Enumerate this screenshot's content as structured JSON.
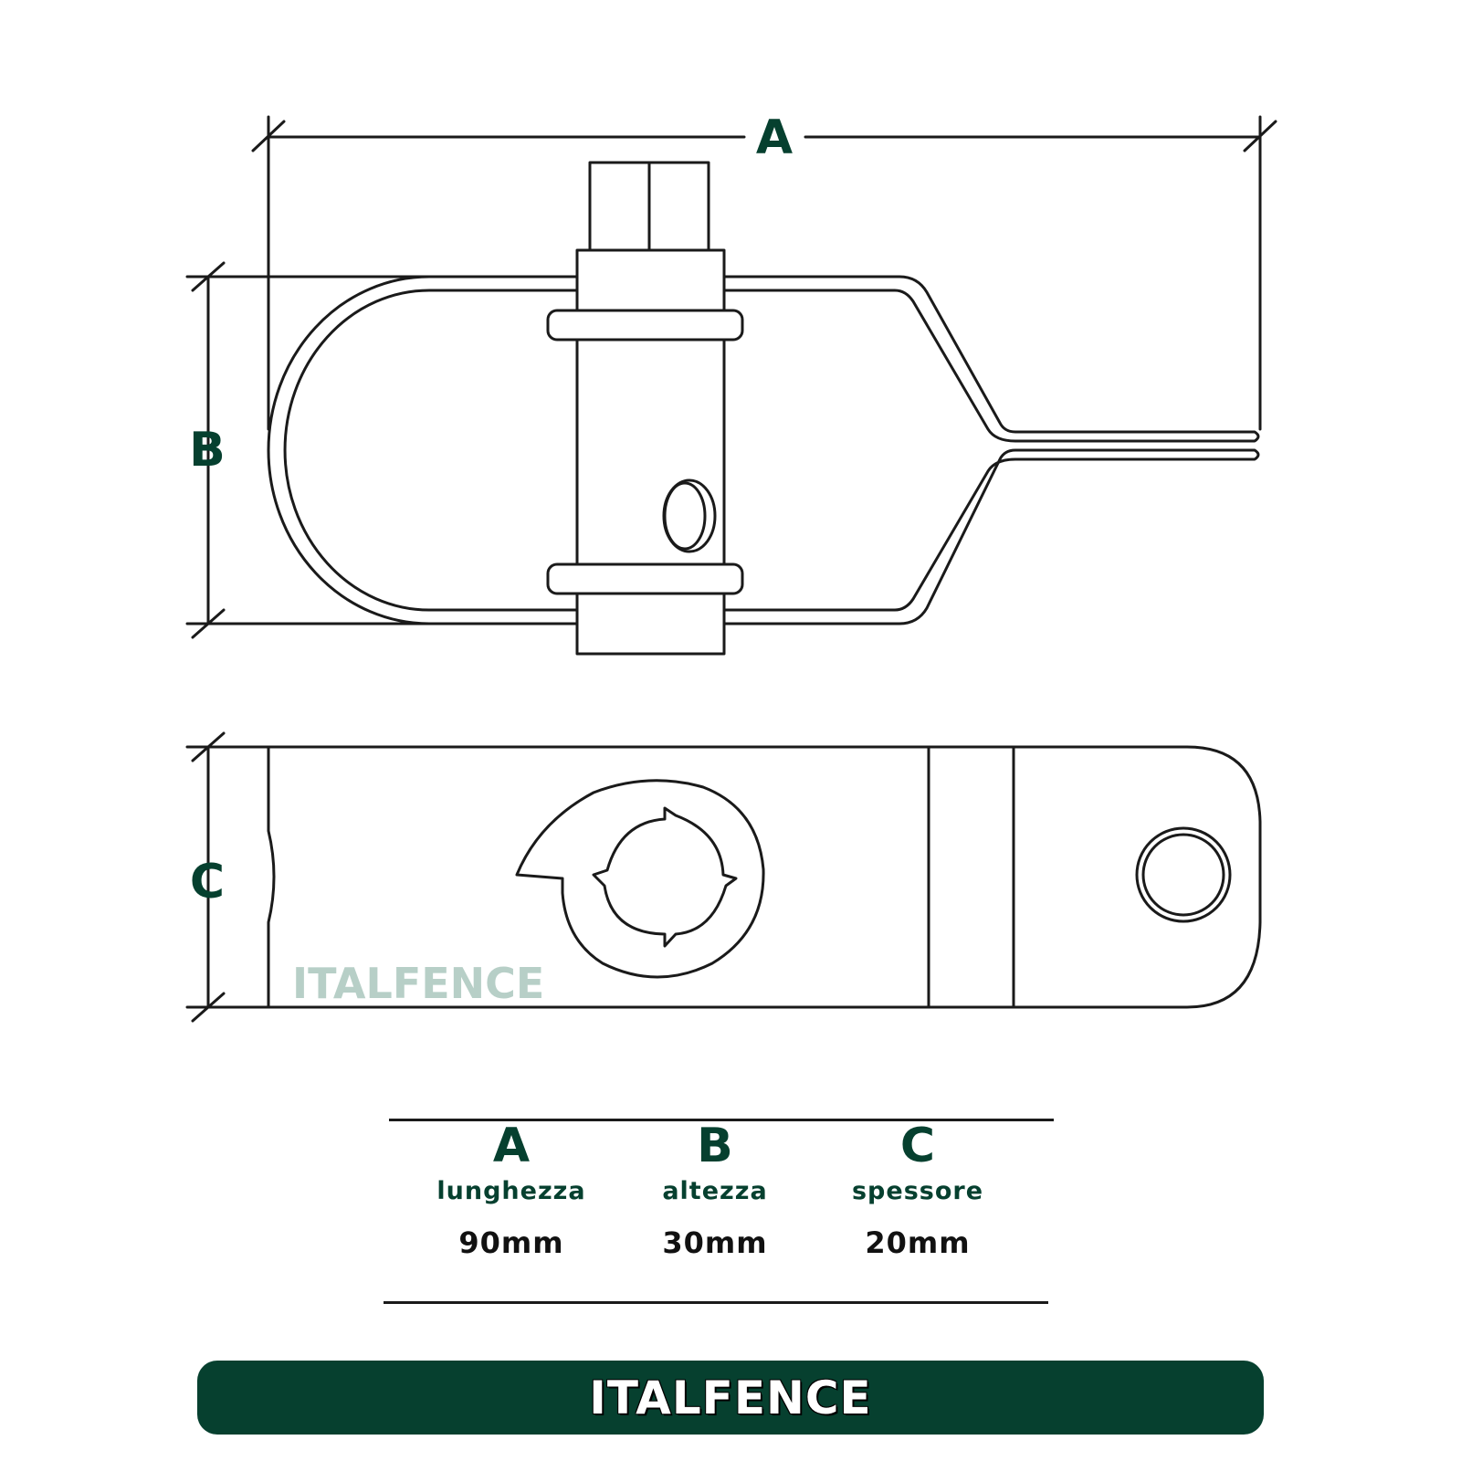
{
  "diagram": {
    "labels": {
      "a": "A",
      "b": "B",
      "c": "C"
    }
  },
  "watermark": "ITALFENCE",
  "specs": [
    {
      "letter": "A",
      "label": "lunghezza",
      "value": "90mm"
    },
    {
      "letter": "B",
      "label": "altezza",
      "value": "30mm"
    },
    {
      "letter": "C",
      "label": "spessore",
      "value": "20mm"
    }
  ],
  "banner": {
    "text": "ITALFENCE"
  },
  "colors": {
    "brand_green": "#06402f",
    "line": "#1a1a1a",
    "watermark": "#b7cfc7"
  }
}
